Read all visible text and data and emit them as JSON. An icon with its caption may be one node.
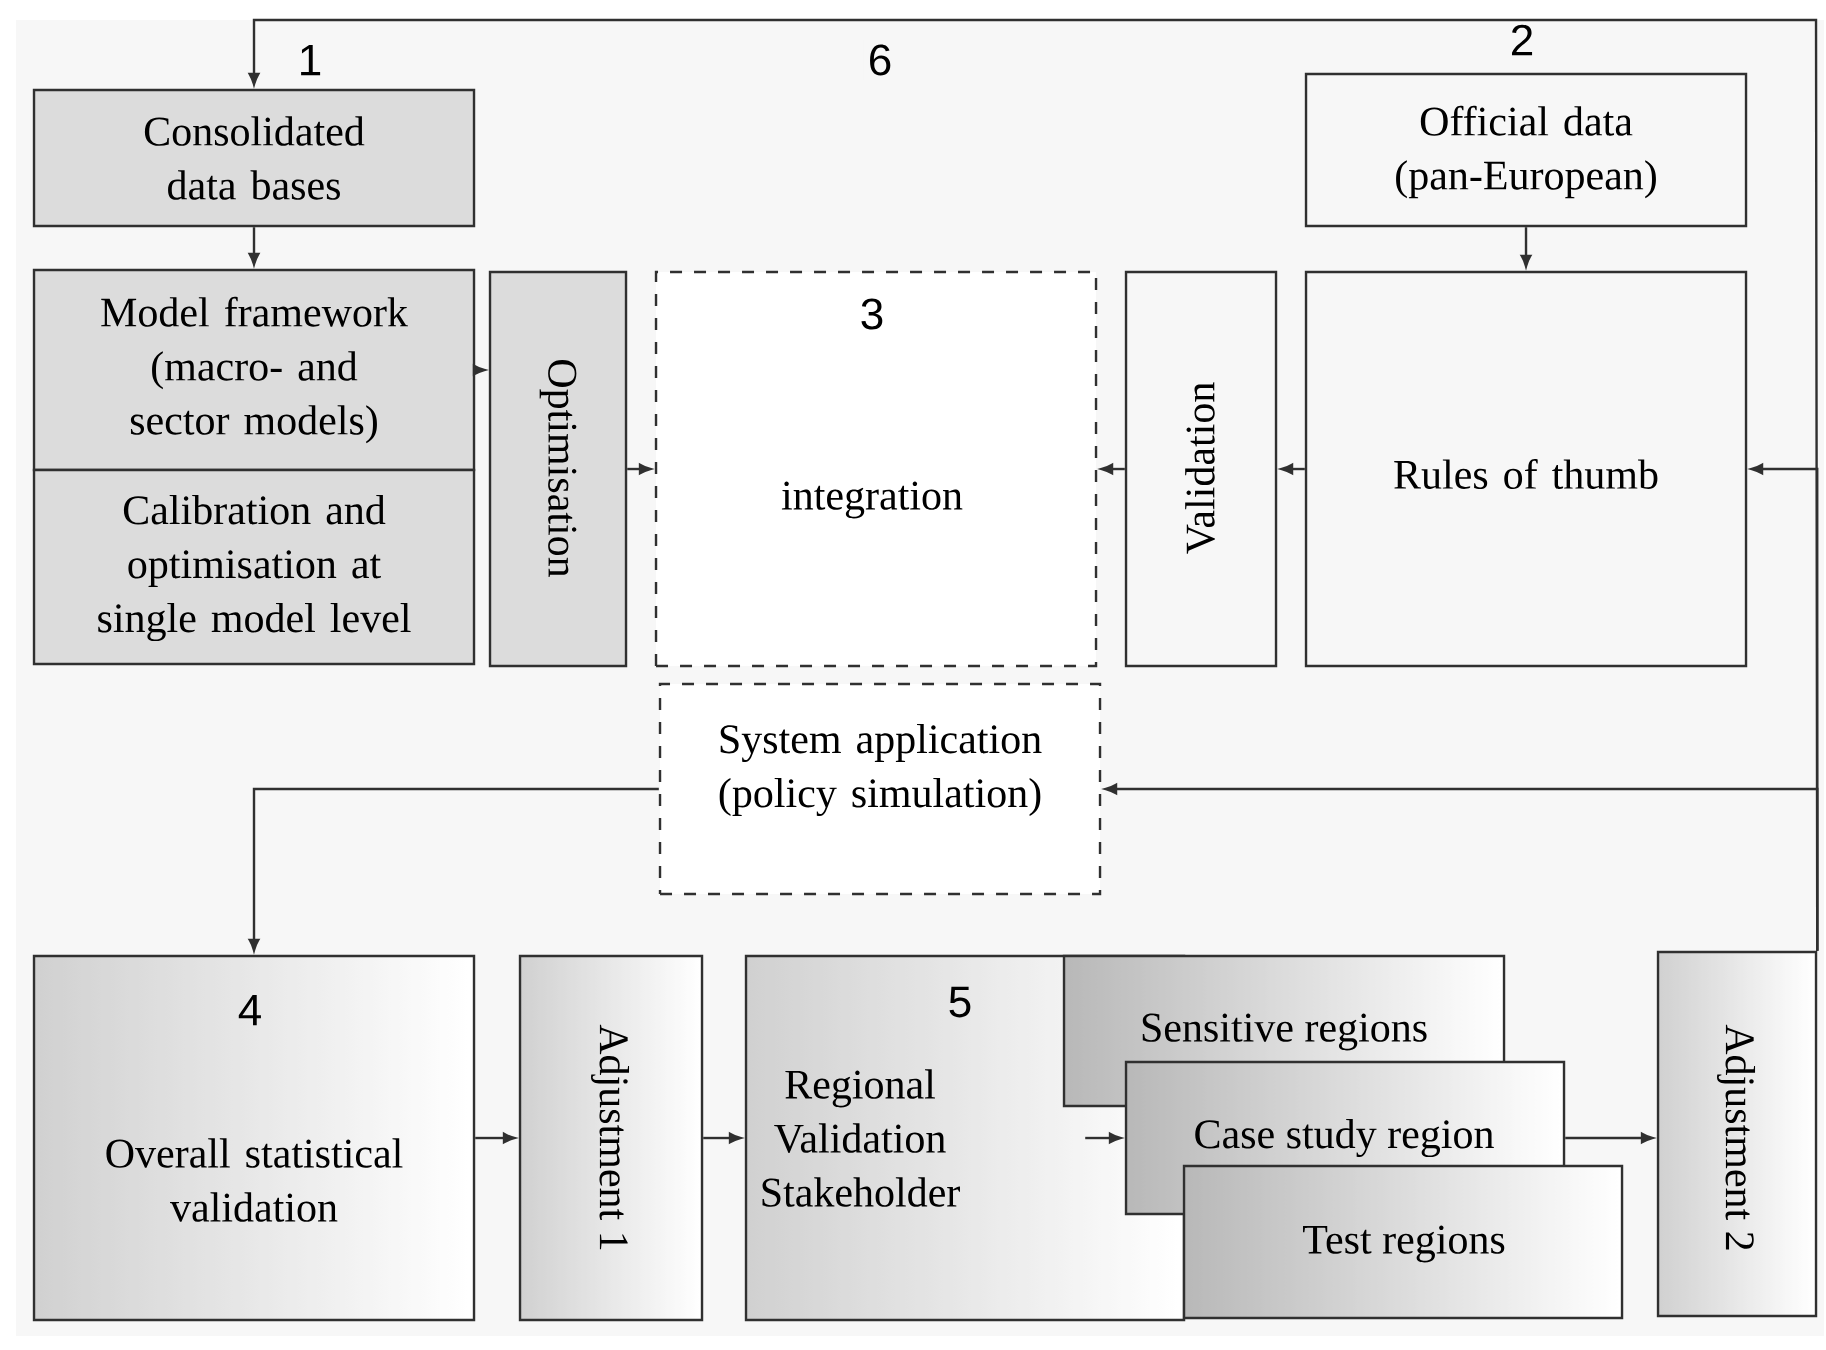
{
  "diagram": {
    "nodes": [
      {
        "text": [
          "1",
          "Consolidated data bases"
        ]
      },
      {
        "text": [
          "Model framework (macro- and sector models)"
        ]
      },
      {
        "text": [
          "Calibration and optimisation at single model level"
        ]
      },
      {
        "text": [
          "Optimisation"
        ]
      },
      {
        "text": [
          "3",
          "integration"
        ]
      },
      {
        "text": [
          "Validation"
        ]
      },
      {
        "text": [
          "2",
          "Official data (pan-European)"
        ]
      },
      {
        "text": [
          "Rules of thumb"
        ]
      },
      {
        "text": [
          "System application (policy simulation)"
        ]
      },
      {
        "text": [
          "4",
          "Overall statistical validation"
        ]
      },
      {
        "text": [
          "Adjustment 1"
        ]
      },
      {
        "text": [
          "5",
          "Regional Validation Stakeholder"
        ]
      },
      {
        "text": [
          "Sensitive regions"
        ]
      },
      {
        "text": [
          "Case study region"
        ]
      },
      {
        "text": [
          "Test regions"
        ]
      },
      {
        "text": [
          "Adjustment 2"
        ]
      }
    ],
    "edges": [
      {
        "from": 15,
        "to": 0,
        "arrow": "to",
        "label": "6"
      },
      {
        "from": 15,
        "to": 7,
        "arrow": "to"
      },
      {
        "from": 15,
        "to": 8,
        "arrow": "to"
      },
      {
        "from": 0,
        "to": 1,
        "arrow": "to"
      },
      {
        "from": 1,
        "to": 3,
        "arrow": "to"
      },
      {
        "from": 3,
        "to": 4,
        "arrow": "to"
      },
      {
        "from": 6,
        "to": 7,
        "arrow": "to"
      },
      {
        "from": 7,
        "to": 5,
        "arrow": "to"
      },
      {
        "from": 5,
        "to": 4,
        "arrow": "to"
      },
      {
        "from": 8,
        "to": 9,
        "arrow": "to"
      },
      {
        "from": 9,
        "to": 10,
        "arrow": "to"
      },
      {
        "from": 10,
        "to": 11,
        "arrow": "to"
      },
      {
        "from": 11,
        "to": 13,
        "arrow": "to"
      },
      {
        "from": 13,
        "to": 15,
        "arrow": "to"
      }
    ]
  }
}
